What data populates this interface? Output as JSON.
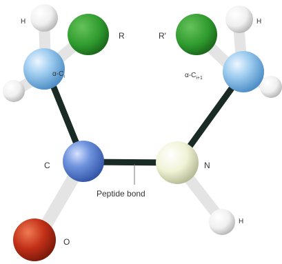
{
  "labels": {
    "h_top_left": "H",
    "r": "R",
    "alpha_c_left": "α-C",
    "alpha_c_left_sub": "i",
    "r_prime": "R'",
    "h_top_right": "H",
    "alpha_c_right": "α-C",
    "alpha_c_right_sub": "i+1",
    "c_carbonyl": "C",
    "n_amide": "N",
    "peptide_bond": "Peptide bond",
    "o_oxygen": "O",
    "h_amide": "H"
  },
  "colors": {
    "hydrogen": "#f4f4f4",
    "r_group": "#2e9a2e",
    "alpha_carbon": "#86bde8",
    "carbonyl_carbon": "#5f87d8",
    "nitrogen": "#f1f3d6",
    "oxygen": "#c23018",
    "backbone_bond": "#1a2a24",
    "side_bond": "#e6e6e6"
  }
}
